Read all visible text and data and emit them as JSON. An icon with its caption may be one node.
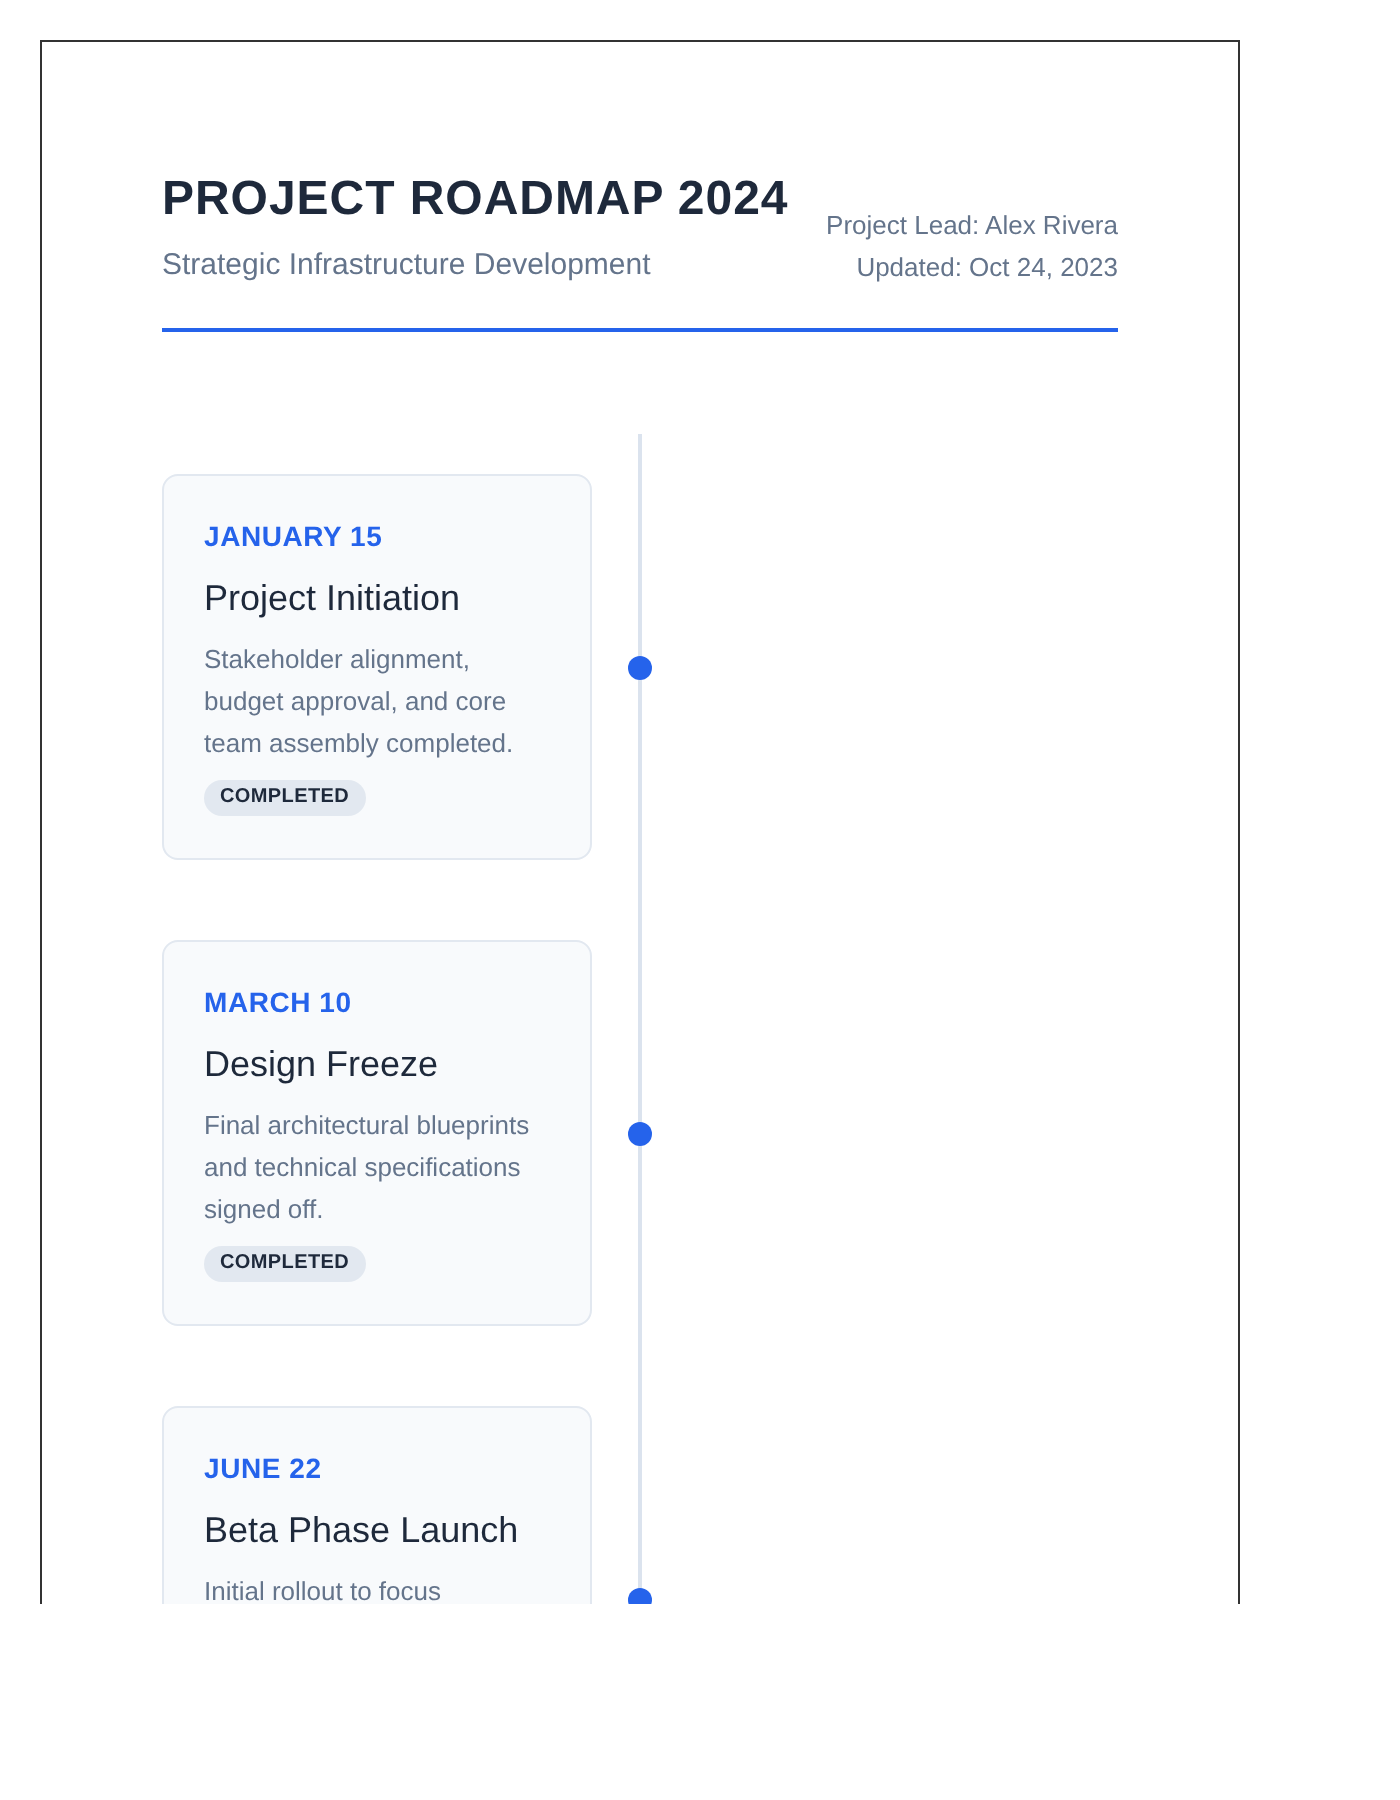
{
  "diagram": {
    "title": "PROJECT ROADMAP 2024",
    "nodes": [
      {
        "text": [
          "JANUARY 15",
          "Project Initiation",
          "Stakeholder alignment, budget approval, and core team assembly completed.",
          "COMPLETED"
        ]
      },
      {
        "text": [
          "MARCH 10",
          "Design Freeze",
          "Final architectural blueprints and technical specifications signed off.",
          "COMPLETED"
        ]
      },
      {
        "text": [
          "JUNE 22",
          "Beta Phase Launch",
          "Initial rollout to focus"
        ]
      }
    ],
    "labels": [
      "Strategic Infrastructure Development",
      "Project Lead: Alex Rivera",
      "Updated: Oct 24, 2023"
    ]
  }
}
